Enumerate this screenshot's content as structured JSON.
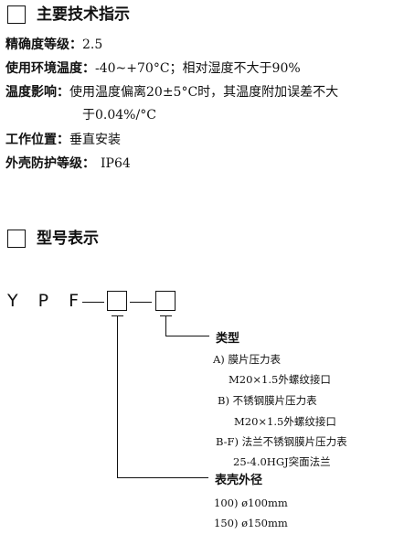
{
  "specs": {
    "title": "主要技术指示",
    "rows": [
      {
        "label": "精确度等级：",
        "value": "2.5"
      },
      {
        "label": "使用环境温度：",
        "value": "-40~+70°C；相对湿度不大于90%"
      },
      {
        "label": "温度影响：",
        "value": "使用温度偏离20±5°C时，其温度附加误差不大",
        "continuation": "于0.04%/°C"
      },
      {
        "label": "工作位置：",
        "value": "垂直安装"
      },
      {
        "label": "外壳防护等级：",
        "value": "IP64"
      }
    ]
  },
  "model": {
    "title": "型号表示",
    "prefix": "Y P F",
    "type_label": "类型",
    "type_options": [
      "A) 膜片压力表",
      "M20×1.5外螺纹接口",
      "B) 不锈钢膜片压力表",
      "M20×1.5外螺纹接口",
      "B-F) 法兰不锈钢膜片压力表",
      "25-4.0HGJ突面法兰"
    ],
    "size_label": "表壳外径",
    "size_options": [
      "100) ø100mm",
      "150) ø150mm"
    ]
  }
}
